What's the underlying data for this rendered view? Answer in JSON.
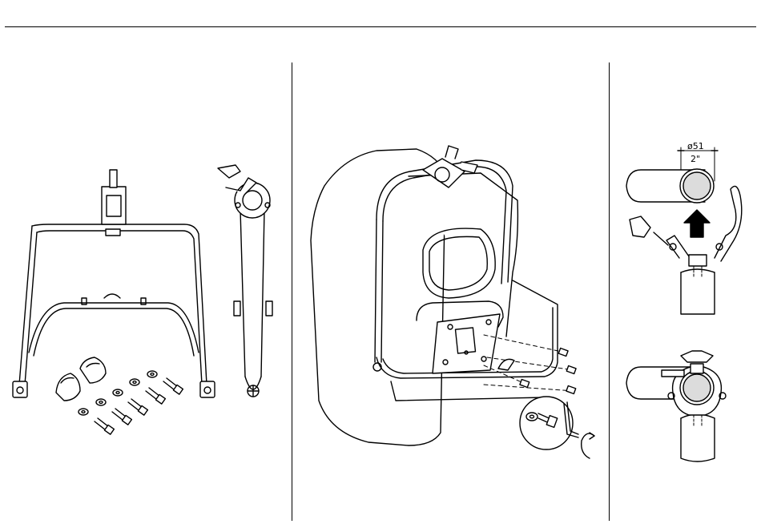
{
  "panels": {
    "left": {
      "content": "bracket-kit-parts"
    },
    "middle": {
      "content": "speaker-mounting"
    },
    "right": {
      "content": "clamp-attachment"
    }
  },
  "dimension": {
    "diameter": "ø51",
    "inches": "2\""
  },
  "colors": {
    "line": "#000000",
    "fill": "#ffffff",
    "shade": "#dcdcdc"
  }
}
